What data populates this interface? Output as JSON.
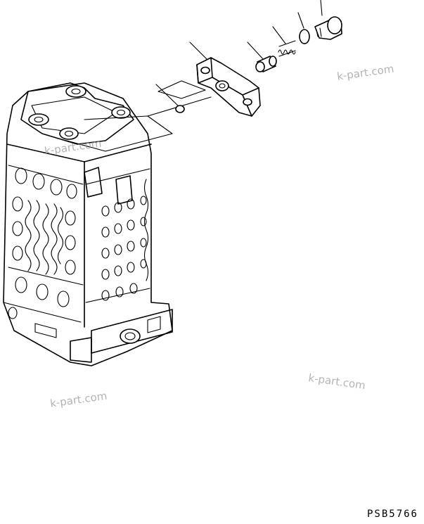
{
  "drawing": {
    "code": "PSB5766"
  },
  "watermarks": [
    {
      "id": "wm-1",
      "text": "k-part.com"
    },
    {
      "id": "wm-2",
      "text": "k-part.com"
    },
    {
      "id": "wm-3",
      "text": "k-part.com"
    },
    {
      "id": "wm-4",
      "text": "k-part.com"
    }
  ]
}
